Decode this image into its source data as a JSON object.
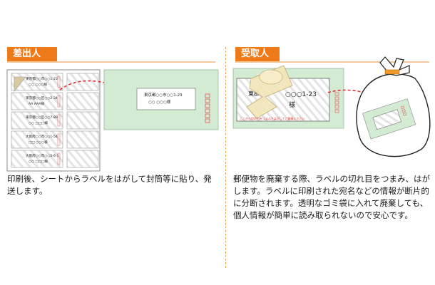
{
  "sender": {
    "badge_label": "差出人",
    "description": "印刷後、シートからラベルをはがして封筒等に貼り、発送します。",
    "sheet_label_rows": [
      {
        "address": "東京都○○市○○1-23",
        "name": "○○ ○○○様"
      },
      {
        "address": "東京都○○区○○2-34",
        "name": "AA AAA様"
      },
      {
        "address": "東京都○○区○○7-89",
        "name": "○○ □□□様"
      },
      {
        "address": "大阪府○○市○○1-54",
        "name": "□□ ○○○様"
      },
      {
        "address": "大阪府○○市○○5-6-1",
        "name": "○○ □□□様"
      }
    ],
    "envelope_label": {
      "address": "東京都○○市○○1-23",
      "name": "○○ ○○○様"
    }
  },
  "recipient": {
    "badge_label": "受取人",
    "description": "郵便物を廃棄する際、ラベルの切れ目をつまみ、はがします。ラベルに印刷された宛名などの情報が断片的に分断されます。透明なゴミ袋に入れて廃棄しても、個人情報が簡単に読み取られないので安心です。",
    "peeled_label": {
      "address": "○○○1-23",
      "name": "様",
      "prefix": "東郡"
    },
    "footer_text": "ここから切れ目をつまんではがしてご廃棄ください"
  },
  "colors": {
    "accent": "#ef7a1a",
    "arrow": "#e03030",
    "envelope": "#d3ead3",
    "label_border": "#999999"
  }
}
